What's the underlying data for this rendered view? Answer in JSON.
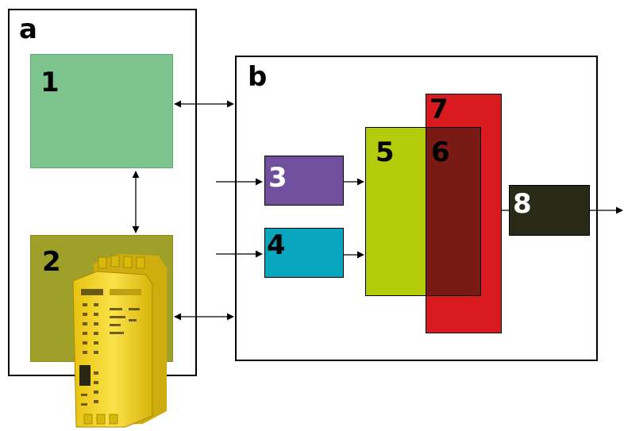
{
  "panels": {
    "a": {
      "label": "a"
    },
    "b": {
      "label": "b"
    }
  },
  "blocks": [
    {
      "id": "1",
      "label": "1",
      "color": "#7dc48f"
    },
    {
      "id": "2",
      "label": "2",
      "color": "#9fa02a"
    },
    {
      "id": "3",
      "label": "3",
      "color": "#6f4f9e"
    },
    {
      "id": "4",
      "label": "4",
      "color": "#07a6bd"
    },
    {
      "id": "5",
      "label": "5",
      "color": "#b5cc0c"
    },
    {
      "id": "6",
      "label": "6",
      "color": "#7a1a14"
    },
    {
      "id": "7",
      "label": "7",
      "color": "#d91a1f"
    },
    {
      "id": "8",
      "label": "8",
      "color": "#2a2a18"
    }
  ],
  "device": {
    "icon": "safety-relay-module-icon",
    "color": "#f2d21a"
  }
}
